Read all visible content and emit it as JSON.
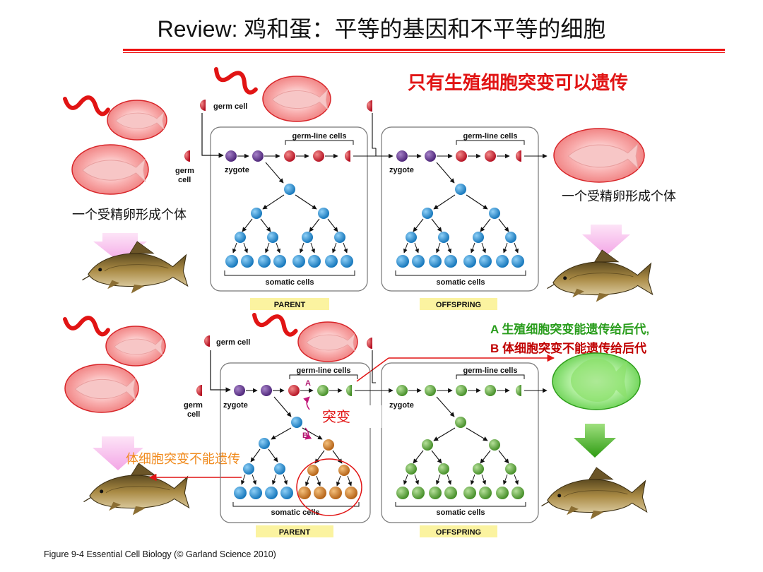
{
  "title": {
    "prefix": "Review:",
    "main": "鸡和蛋：平等的基因和不平等的细胞"
  },
  "red_heading": "只有生殖细胞突变可以遗传",
  "note_individual": "一个受精卵形成个体",
  "note_A": "A 生殖细胞突变能遗传给后代,",
  "note_B": "B 体细胞突变不能遗传给后代",
  "note_mutation": "突变",
  "note_somatic": "体细胞突变不能遗传",
  "labels": {
    "germ_cell": "germ cell",
    "germ_line_cells": "germ-line cells",
    "zygote": "zygote",
    "germ": "germ",
    "cell": "cell",
    "somatic_cells": "somatic cells",
    "parent": "PARENT",
    "offspring": "OFFSPRING",
    "A": "A",
    "B": "B"
  },
  "caption": "Figure 9-4  Essential Cell Biology (© Garland Science 2010)",
  "colors": {
    "germ_line": "#c8102e",
    "zygote": "#5b2d8e",
    "somatic": "#1b8fd6",
    "mutant_germ": "#5fa63a",
    "mutant_somatic": "#cf7a1f",
    "highlight": "#e11414",
    "label_bg": "#fbf3a0",
    "note_green": "#2a9d1d",
    "note_red": "#c00000"
  }
}
